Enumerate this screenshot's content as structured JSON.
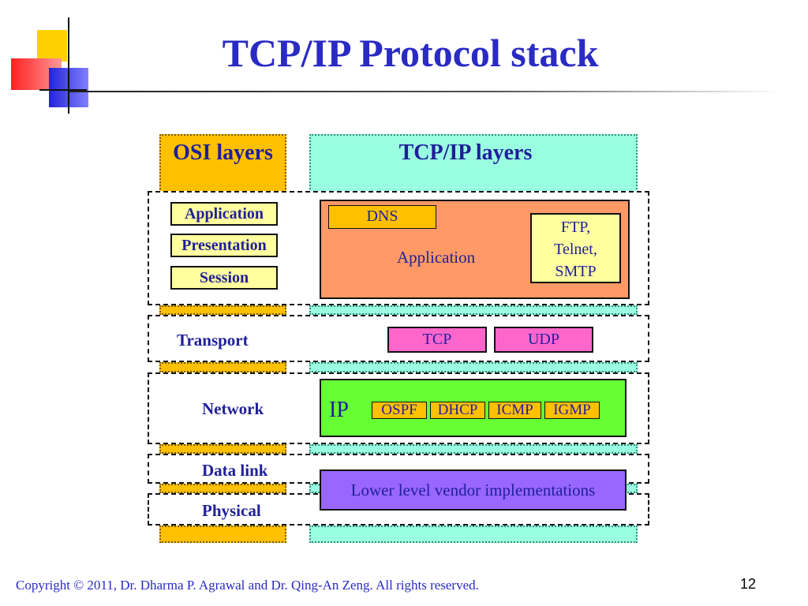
{
  "title": "TCP/IP Protocol stack",
  "headers": {
    "osi": "OSI layers",
    "tcpip": "TCP/IP layers"
  },
  "osi_upper": [
    "Application",
    "Presentation",
    "Session"
  ],
  "osi_lower": [
    "Transport",
    "Network",
    "Data link",
    "Physical"
  ],
  "app_block": {
    "label": "Application",
    "dns": "DNS",
    "ftp": "FTP,",
    "telnet": "Telnet,",
    "smtp": "SMTP"
  },
  "transport": {
    "tcp": "TCP",
    "udp": "UDP"
  },
  "network": {
    "ip": "IP",
    "protocols": [
      "OSPF",
      "DHCP",
      "ICMP",
      "IGMP"
    ]
  },
  "lower": "Lower level vendor implementations",
  "footer": "Copyright © 2011, Dr. Dharma P. Agrawal and Dr. Qing-An Zeng. All rights reserved.",
  "page": "12",
  "colors": {
    "title": "#2a2ac4",
    "osi": "#ffc000",
    "tcpip": "#99ffe0",
    "application": "#ff9966",
    "transport": "#ff66cc",
    "network": "#66ff33",
    "lower": "#9966ff"
  }
}
